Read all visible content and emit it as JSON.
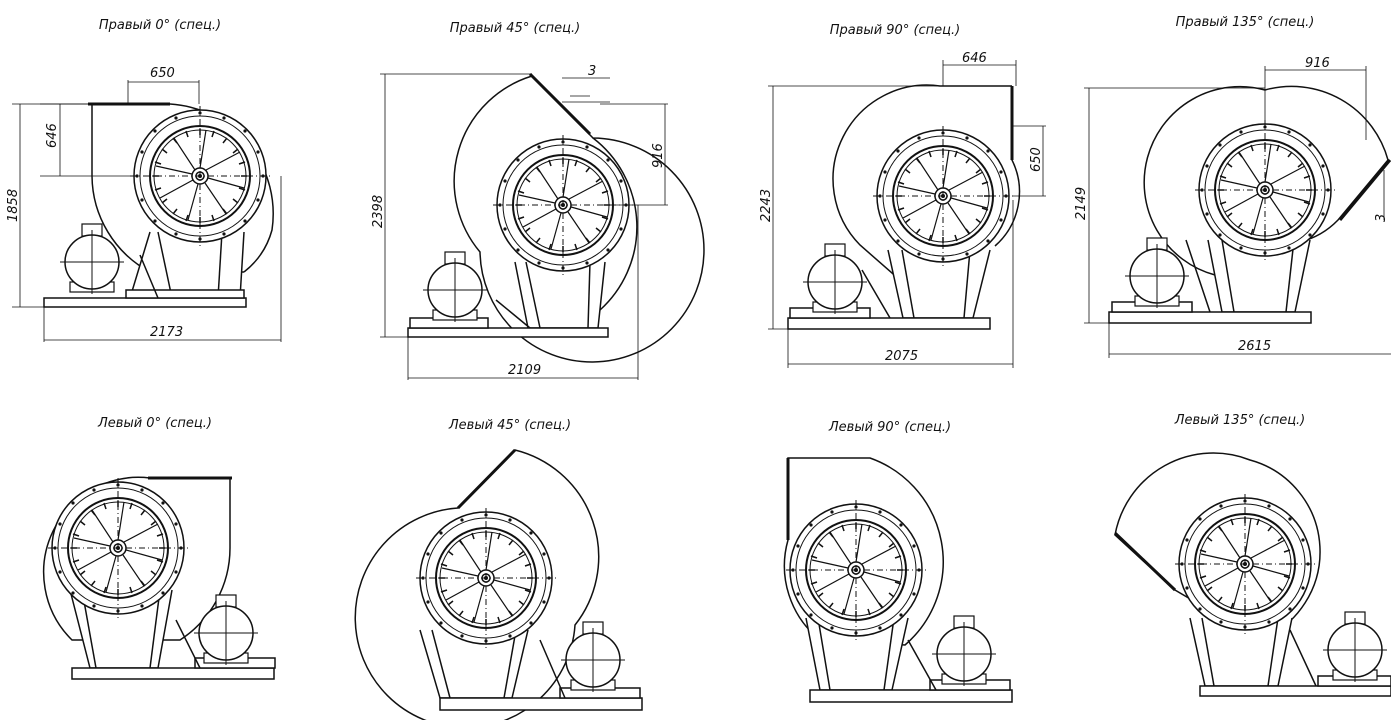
{
  "captions": {
    "right_0": "Правый 0° (спец.)",
    "right_45": "Правый 45° (спец.)",
    "right_90": "Правый 90° (спец.)",
    "right_135": "Правый 135° (спец.)",
    "left_0": "Левый 0° (спец.)",
    "left_45": "Левый 45° (спец.)",
    "left_90": "Левый 90° (спец.)",
    "left_135": "Левый 135° (спец.)"
  },
  "dimensions": {
    "right_0": {
      "outlet_width": "650",
      "outlet_offset": "646",
      "height": "1858",
      "width": "2173"
    },
    "right_45": {
      "gap": "3",
      "outlet": "916",
      "height": "2398",
      "width": "2109"
    },
    "right_90": {
      "outlet_width": "646",
      "outlet_height": "650",
      "height": "2243",
      "width": "2075"
    },
    "right_135": {
      "outlet": "916",
      "gap": "3",
      "height": "2149",
      "width": "2615"
    }
  }
}
